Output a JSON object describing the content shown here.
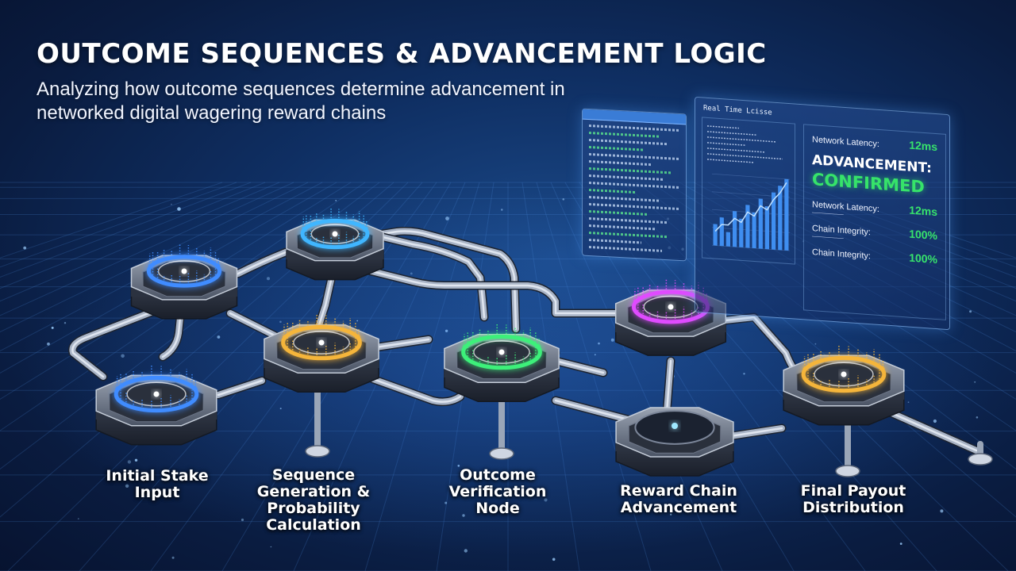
{
  "header": {
    "title": "OUTCOME SEQUENCES & ADVANCEMENT LOGIC",
    "subtitle": "Analyzing how outcome sequences determine advancement in networked digital wagering reward chains"
  },
  "nodes": [
    {
      "id": "initial",
      "label_lines": [
        "Initial Stake",
        "Input"
      ],
      "color": "#3f8cff"
    },
    {
      "id": "sequence",
      "label_lines": [
        "Sequence",
        "Generation &",
        "Probability",
        "Calculation"
      ],
      "color": "#f5b53a"
    },
    {
      "id": "verification",
      "label_lines": [
        "Outcome",
        "Verification",
        "Node"
      ],
      "color": "#3df07a"
    },
    {
      "id": "reward",
      "label_lines": [
        "Reward Chain",
        "Advancement"
      ],
      "color": "#dcdcdc"
    },
    {
      "id": "payout",
      "label_lines": [
        "Final Payout",
        "Distribution"
      ],
      "color": "#f5b53a"
    }
  ],
  "unlabeled_nodes": [
    {
      "id": "upper-left",
      "color": "#3f8cff"
    },
    {
      "id": "top",
      "color": "#3fb6ff"
    },
    {
      "id": "magenta",
      "color": "#e04bff"
    }
  ],
  "dashboard": {
    "heading": "Real Time Lcisse",
    "advancement_line1": "ADVANCEMENT:",
    "advancement_line2": "CONFIRMED",
    "stats": [
      {
        "label": "Network Latency:",
        "value": "12ms"
      },
      {
        "label": "Network Latency:",
        "value": "12ms"
      },
      {
        "label": "Chain Integrity:",
        "value": "100%"
      },
      {
        "label": "Chain Integrity:",
        "value": "100%"
      }
    ],
    "accent": "#36e36a",
    "chart": {
      "type": "bar",
      "values": [
        3,
        4,
        2,
        5,
        4,
        6,
        5,
        7,
        6,
        8,
        9,
        10
      ],
      "trend": [
        2,
        3,
        3,
        4,
        3.5,
        5,
        4.5,
        6,
        5.5,
        7,
        8,
        9.5
      ]
    }
  }
}
